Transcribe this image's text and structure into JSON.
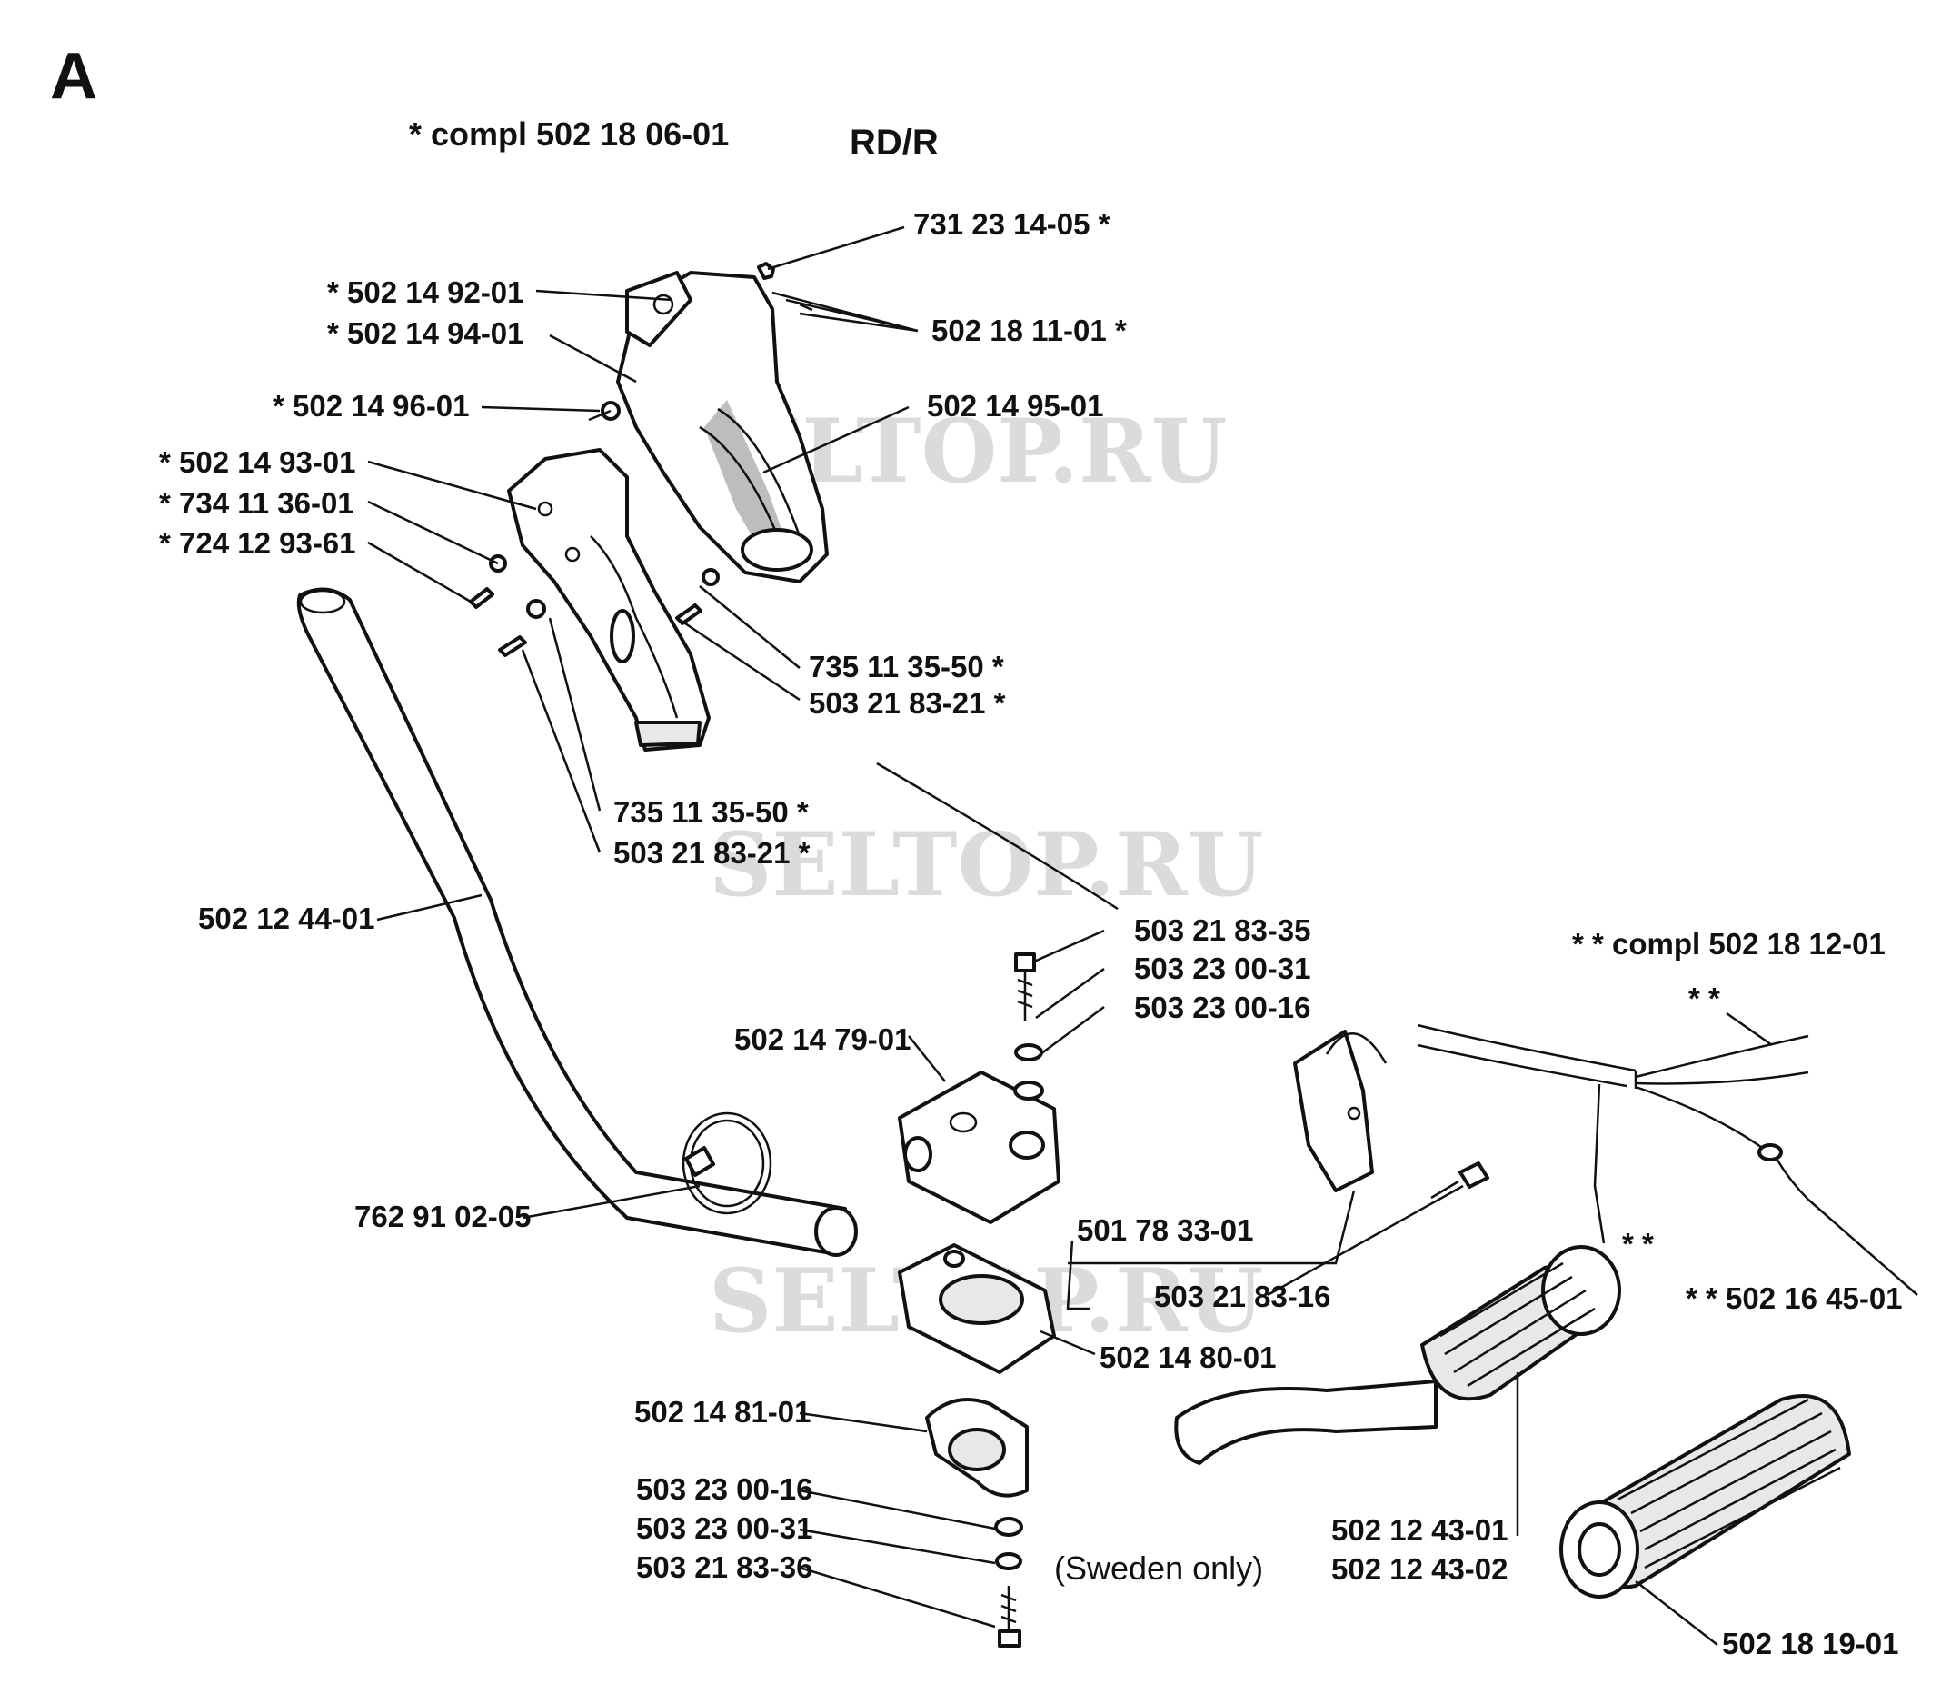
{
  "section_letter": "A",
  "header": {
    "compl_label": "*  compl 502 18 06-01",
    "model_label": "RD/R"
  },
  "watermark": "SELTOP.RU",
  "note_sweden": "(Sweden only)",
  "compl_2": "* *  compl 502 18 12-01",
  "labels": {
    "p731231405": "731 23 14-05  *",
    "p502149201": "*  502 14 92-01",
    "p502181101": "502 18 11-01  *",
    "p502149401": "*  502 14 94-01",
    "p502149601": "*  502 14 96-01",
    "p502149501": "502 14 95-01",
    "p502149301": "*  502 14 93-01",
    "p734113601": "*  734 11 36-01",
    "p724129361": "*  724 12 93-61",
    "p735113550a": "735 11 35-50  *",
    "p503218321a": "503 21 83-21  *",
    "p735113550b": "735 11 35-50  *",
    "p503218321b": "503 21 83-21  *",
    "p502124401": "502 12 44-01",
    "p503218335": "503 21 83-35",
    "p503230031a": "503 23 00-31",
    "p503230016a": "503 23 00-16",
    "p502147901": "502 14 79-01",
    "p762910205": "762 91 02-05",
    "p501783301": "501 78 33-01",
    "p503218316": "503 21 83-16",
    "p502148001": "502 14 80-01",
    "p502148101": "502 14 81-01",
    "p503230016b": "503 23 00-16",
    "p503230031b": "503 23 00-31",
    "p503218336": "503 21 83-36",
    "p502124301": "502 12 43-01",
    "p502124302": "502 12 43-02",
    "p502181901": "502 18 19-01",
    "p502164501": "* *  502 16 45-01",
    "wire_star_1": "* *",
    "wire_star_2": "* *"
  }
}
